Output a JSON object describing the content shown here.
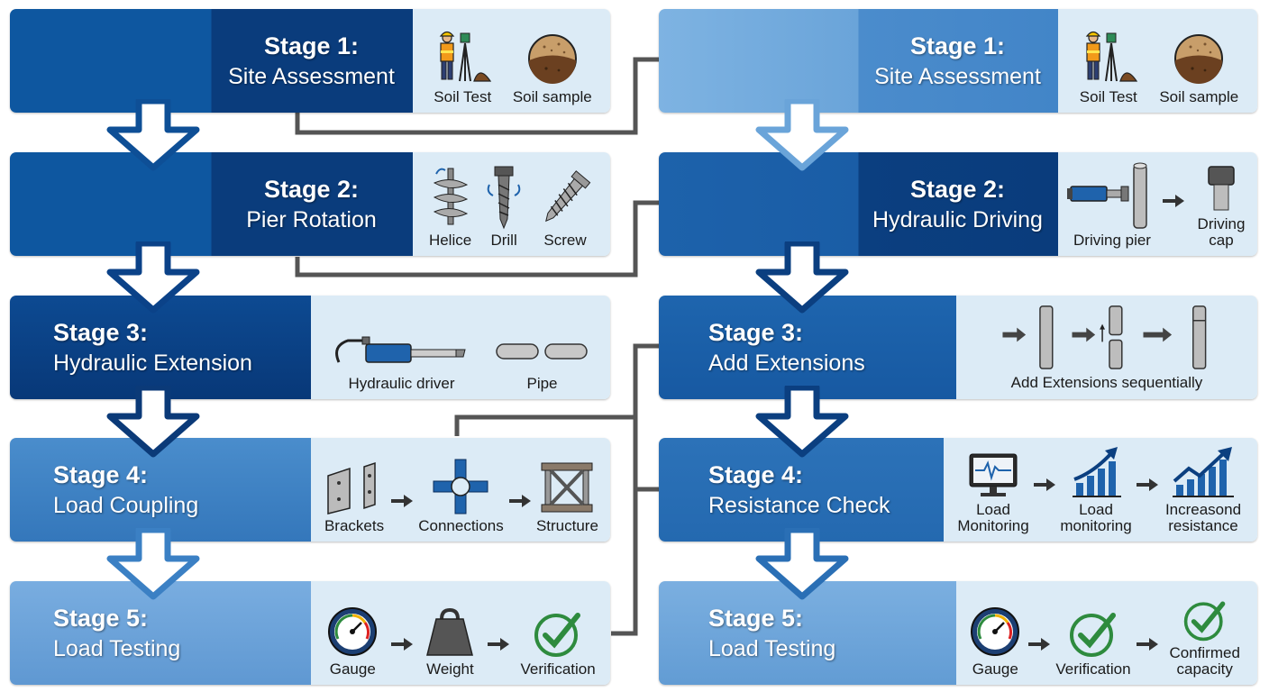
{
  "left": {
    "stages": [
      {
        "title": "Stage 1:",
        "subtitle": "Site Assessment",
        "icons": [
          "Soil Test",
          "Soil sample"
        ]
      },
      {
        "title": "Stage 2:",
        "subtitle": "Pier Rotation",
        "icons": [
          "Helice",
          "Drill",
          "Screw"
        ]
      },
      {
        "title": "Stage 3:",
        "subtitle": "Hydraulic Extension",
        "icons": [
          "Hydraulic driver",
          "Pipe"
        ]
      },
      {
        "title": "Stage 4:",
        "subtitle": "Load Coupling",
        "icons": [
          "Brackets",
          "Connections",
          "Structure"
        ]
      },
      {
        "title": "Stage 5:",
        "subtitle": "Load Testing",
        "icons": [
          "Gauge",
          "Weight",
          "Verification"
        ]
      }
    ]
  },
  "right": {
    "stages": [
      {
        "title": "Stage 1:",
        "subtitle": "Site Assessment",
        "icons": [
          "Soil Test",
          "Soil sample"
        ]
      },
      {
        "title": "Stage 2:",
        "subtitle": "Hydraulic Driving",
        "icons": [
          "Driving pier",
          "Driving cap"
        ]
      },
      {
        "title": "Stage 3:",
        "subtitle": "Add Extensions",
        "icons": [
          "Add Extensions sequentially"
        ]
      },
      {
        "title": "Stage 4:",
        "subtitle": "Resistance Check",
        "icons": [
          "Load Monitoring",
          "Load monitoring",
          "Increasond resistance"
        ]
      },
      {
        "title": "Stage 5:",
        "subtitle": "Load Testing",
        "icons": [
          "Gauge",
          "Verification",
          "Confirmed capacity"
        ]
      }
    ]
  },
  "colors": {
    "dark_blue": "#0b3f80",
    "mid_blue": "#1f63ac",
    "light_blue": "#6fa6d6",
    "icon_panel": "#dcebf6",
    "connector": "#555555",
    "check_green": "#2e8b3e"
  }
}
